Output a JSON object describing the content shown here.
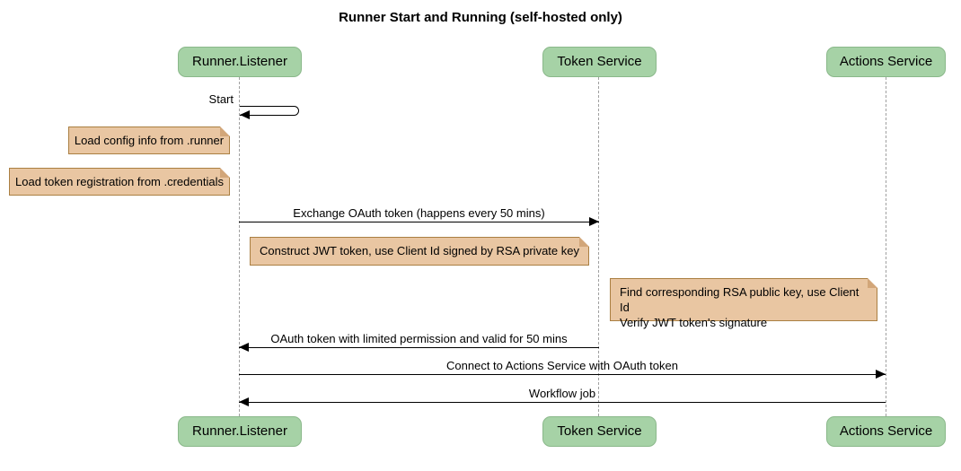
{
  "title": "Runner Start and Running (self-hosted only)",
  "actors": [
    {
      "name": "Runner.Listener"
    },
    {
      "name": "Token Service"
    },
    {
      "name": "Actions Service"
    }
  ],
  "messages": {
    "start": "Start",
    "exchange": "Exchange OAuth token (happens every 50 mins)",
    "oauth_token": "OAuth token with limited permission and valid for 50 mins",
    "connect": "Connect to Actions Service with OAuth token",
    "workflow": "Workflow job"
  },
  "notes": {
    "config": "Load config info from .runner",
    "registration": "Load token registration from .credentials",
    "construct": "Construct JWT token, use Client Id signed by RSA private key",
    "find_line1": "Find corresponding RSA public key, use Client Id",
    "find_line2": "Verify JWT token's signature"
  },
  "colors": {
    "actor_fill": "#a6d2a6",
    "actor_border": "#8ab88a",
    "note_fill": "#e9c6a2",
    "note_border": "#aa7f42",
    "note_fold": "#d2a679",
    "lifeline": "#a0a0a0",
    "message_line": "#000000"
  }
}
